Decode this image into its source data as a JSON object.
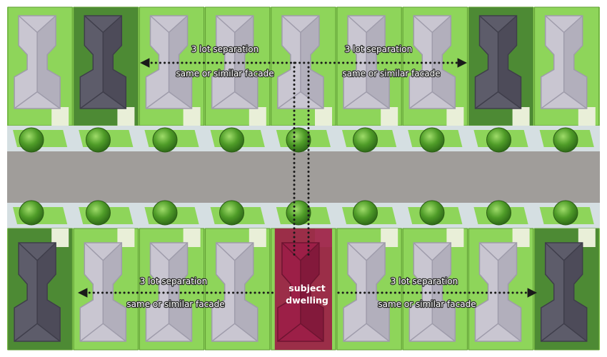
{
  "labels": {
    "separation": "3 lot separation",
    "facade": "same or similar facade",
    "subject_line1": "subject",
    "subject_line2": "dwelling"
  },
  "colors": {
    "lawn": "#8ed55a",
    "lawn_border": "#5f9d34",
    "road": "#a09d9a",
    "verge": "#d5dfe2",
    "house_light": "#c9c6d1",
    "house_light_dark": "#9f9cab",
    "house_dark": "#5d5c6a",
    "house_dark_dark": "#3f3e4b",
    "subject": "#9c1f47",
    "subject_dark": "#6f1431",
    "tree": "#4f9c28",
    "arrow": "#1a1a1a"
  },
  "lots": {
    "top": [
      "light",
      "dark",
      "light",
      "light",
      "light",
      "light",
      "light",
      "dark",
      "light"
    ],
    "bottom": [
      "dark",
      "light",
      "light",
      "light",
      "subject",
      "light",
      "light",
      "light",
      "dark"
    ]
  }
}
